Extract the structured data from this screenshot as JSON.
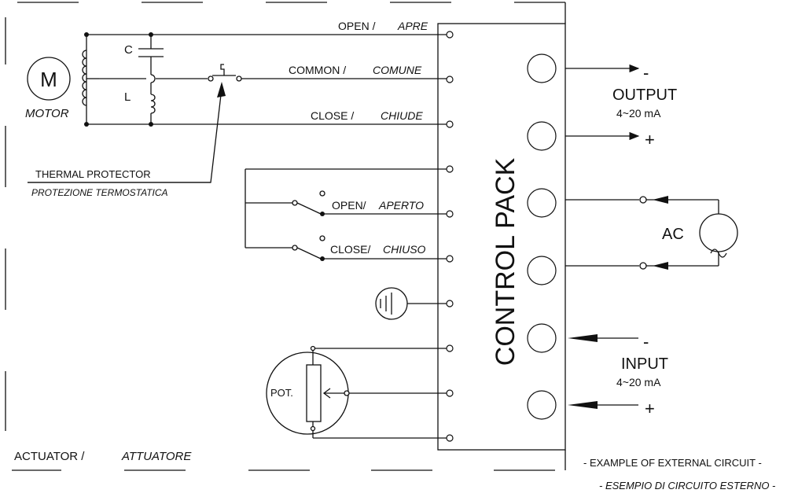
{
  "motor": {
    "symbol": "M",
    "label": "MOTOR",
    "cap_label": "C",
    "ind_label": "L"
  },
  "lines": {
    "open": "OPEN /",
    "open_it": "APRE",
    "common": "COMMON /",
    "common_it": "COMUNE",
    "close": "CLOSE /",
    "close_it": "CHIUDE"
  },
  "thermal": {
    "label": "THERMAL PROTECTOR",
    "label_it": "PROTEZIONE TERMOSTATICA"
  },
  "switches": {
    "open": "OPEN/",
    "open_it": "APERTO",
    "close": "CLOSE/",
    "close_it": "CHIUSO"
  },
  "pot_label": "POT.",
  "control_pack": "CONTROL PACK",
  "output": {
    "minus": "-",
    "label": "OUTPUT",
    "range": "4~20 mA",
    "plus": "+"
  },
  "ac": {
    "label": "AC"
  },
  "input": {
    "minus": "-",
    "label": "INPUT",
    "range": "4~20 mA",
    "plus": "+"
  },
  "actuator": {
    "label": "ACTUATOR /",
    "label_it": "ATTUATORE"
  },
  "external": {
    "line1": "- EXAMPLE OF EXTERNAL CIRCUIT -",
    "line2": "- ESEMPIO DI CIRCUITO ESTERNO -"
  }
}
